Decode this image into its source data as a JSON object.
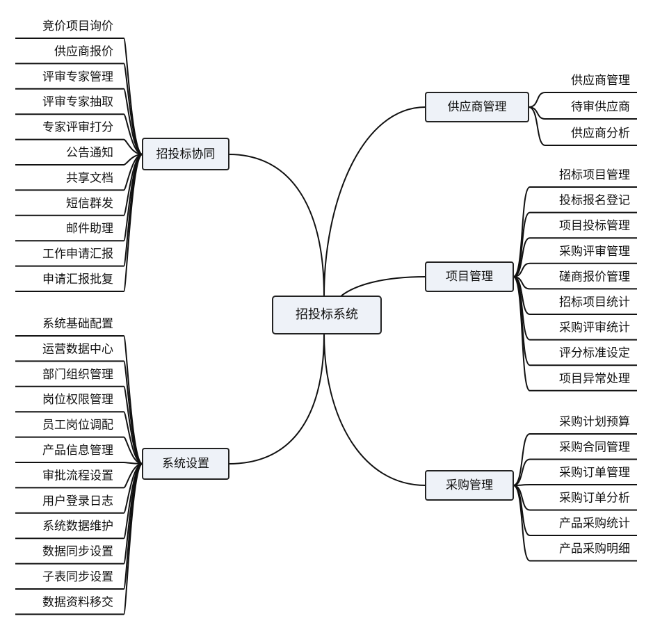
{
  "center": {
    "label": "招投标系统"
  },
  "branches": {
    "collab": {
      "label": "招投标协同",
      "items": [
        "竞价项目询价",
        "供应商报价",
        "评审专家管理",
        "评审专家抽取",
        "专家评审打分",
        "公告通知",
        "共享文档",
        "短信群发",
        "邮件助理",
        "工作申请汇报",
        "申请汇报批复"
      ]
    },
    "settings": {
      "label": "系统设置",
      "items": [
        "系统基础配置",
        "运营数据中心",
        "部门组织管理",
        "岗位权限管理",
        "员工岗位调配",
        "产品信息管理",
        "审批流程设置",
        "用户登录日志",
        "系统数据维护",
        "数据同步设置",
        "子表同步设置",
        "数据资料移交"
      ]
    },
    "supplier": {
      "label": "供应商管理",
      "items": [
        "供应商管理",
        "待审供应商",
        "供应商分析"
      ]
    },
    "project": {
      "label": "项目管理",
      "items": [
        "招标项目管理",
        "投标报名登记",
        "项目投标管理",
        "采购评审管理",
        "磋商报价管理",
        "招标项目统计",
        "采购评审统计",
        "评分标准设定",
        "项目异常处理"
      ]
    },
    "purchase": {
      "label": "采购管理",
      "items": [
        "采购计划预算",
        "采购合同管理",
        "采购订单管理",
        "采购订单分析",
        "产品采购统计",
        "产品采购明细"
      ]
    }
  }
}
